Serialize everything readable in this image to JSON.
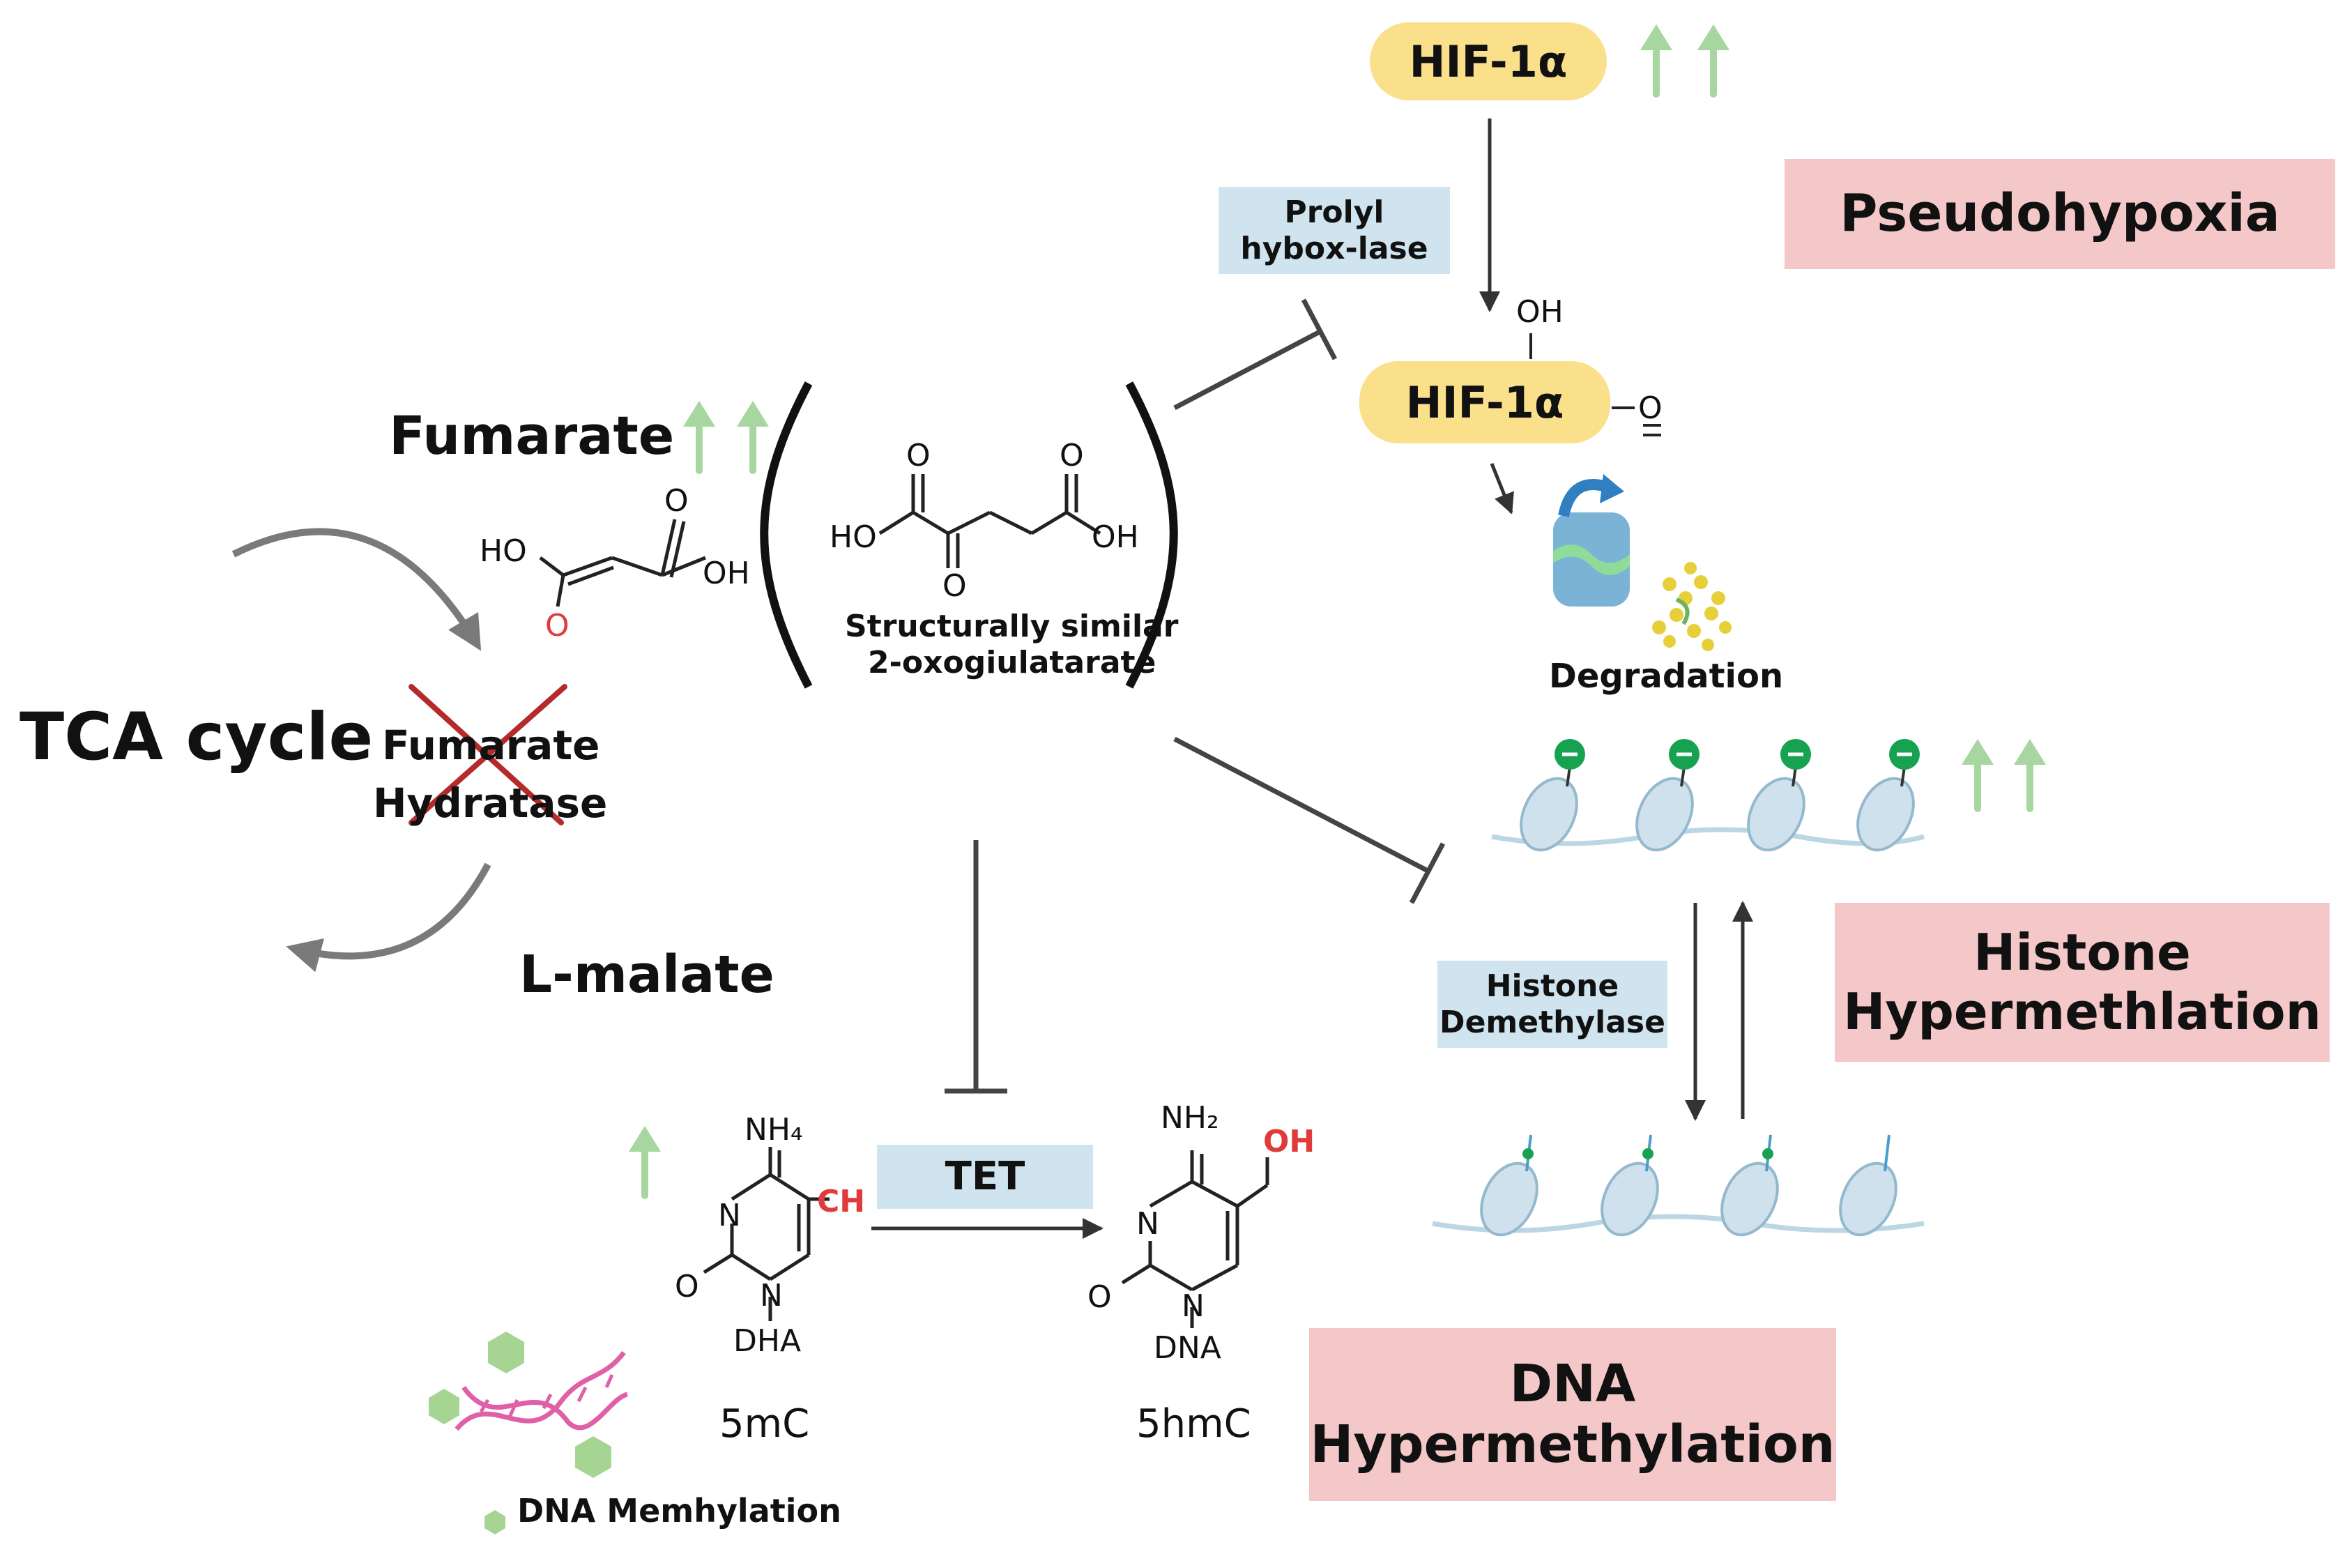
{
  "diagram": {
    "colors": {
      "up_arrow": "#a8d6a0",
      "pill": "#fbe08c",
      "outcome_box": "#f4c8c9",
      "enzyme_box": "#cfe4ee",
      "hydroxyl_red": "#e03a3a",
      "cross_red": "#b52a2a",
      "cycle_arrow": "#7a7a7a",
      "nucleosome": "#bcd6e4",
      "dna_pink": "#e060a8",
      "dna_green": "#9fd08f"
    },
    "tca": {
      "title": "TCA cycle",
      "enzyme_line1": "Fumarate",
      "enzyme_line2": "Hydratase",
      "substrate": "Fumarate",
      "product": "L-malate"
    },
    "fumarate_structure": {
      "left_group": "HO",
      "right_group": "OH",
      "top_oxygen": "O",
      "bottom_oxygen": "O"
    },
    "oxoglutarate": {
      "left_group": "HO",
      "right_group": "OH",
      "left_oxygen": "O",
      "right_oxygen": "O",
      "keto_oxygen": "O",
      "caption_line1": "Structurally similar",
      "caption_line2": "2-oxogiulatarate"
    },
    "hif": {
      "top_label": "HIF-1α",
      "bottom_label": "HIF-1α",
      "hydroxyl": "OH",
      "side_group": "O",
      "enzyme_line1": "Prolyl",
      "enzyme_line2": "hybox-lase",
      "degradation": "Degradation"
    },
    "outcomes": {
      "pseudohypoxia": "Pseudohypoxia",
      "histone_line1": "Histone",
      "histone_line2": "Hypermethlation",
      "dna_line1": "DNA",
      "dna_line2": "Hypermethylation"
    },
    "histone": {
      "enzyme_line1": "Histone",
      "enzyme_line2": "Demethylase",
      "mark_symbol": "−"
    },
    "tet": {
      "label": "TET",
      "left_name": "5mC",
      "right_name": "5hmC",
      "left_amine": "NH₄",
      "right_amine": "NH₂",
      "left_methyl": "CH",
      "right_hydroxyl": "OH",
      "left_sugar": "DHA",
      "right_sugar": "DNA",
      "ring_n_top": "N",
      "ring_n_bottom": "N",
      "ring_oxygen": "O"
    },
    "dna_methylation": "DNA Memhylation"
  }
}
